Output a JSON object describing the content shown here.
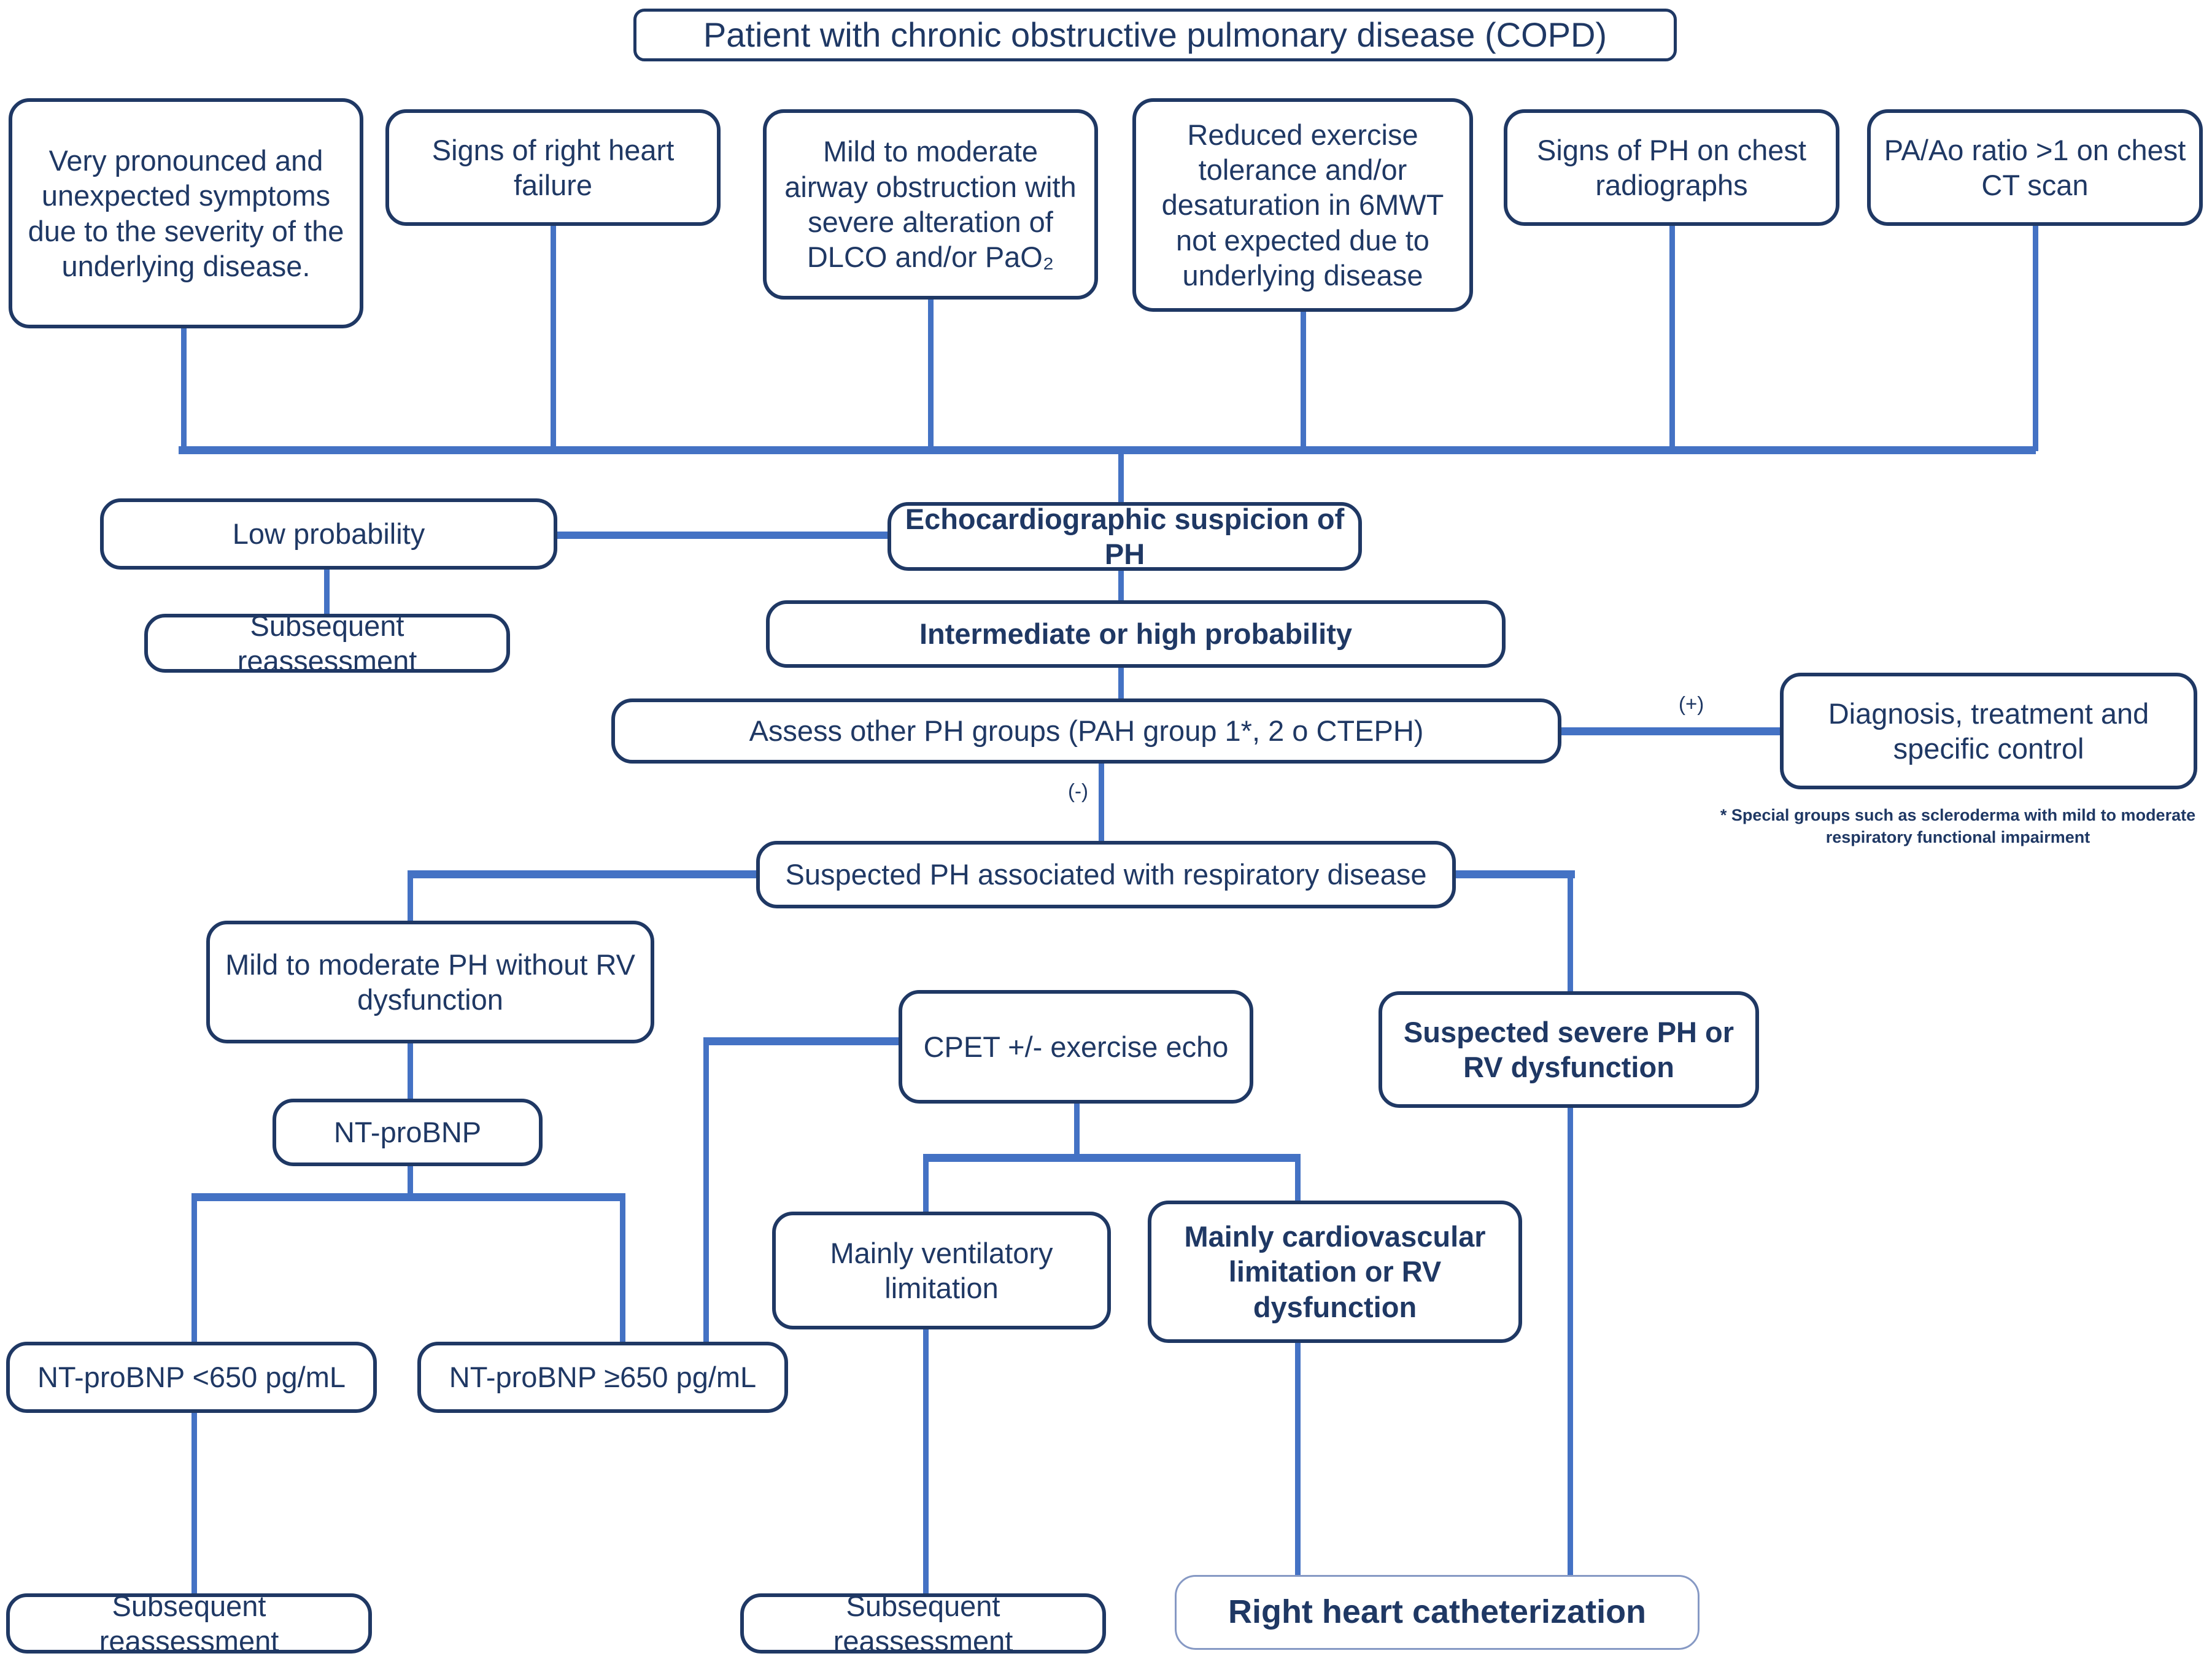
{
  "diagram": {
    "title": "Diagnostic algorithm for pulmonary hypertension in COPD",
    "root": {
      "label": "Patient with chronic obstructive pulmonary disease (COPD)"
    },
    "triggers": [
      {
        "label": "Very pronounced and unexpected symptoms due to the severity of the underlying disease."
      },
      {
        "label": "Signs of right heart failure"
      },
      {
        "label": "Mild to moderate airway obstruction with severe alteration of DLCO and/or PaO₂"
      },
      {
        "label": "Reduced exercise tolerance and/or desaturation in 6MWT not expected due to underlying disease"
      },
      {
        "label": "Signs of PH on chest radiographs"
      },
      {
        "label": "PA/Ao ratio >1 on chest CT scan"
      }
    ],
    "nodes": {
      "echo_suspicion": {
        "label": "Echocardiographic suspicion of PH"
      },
      "low_probability": {
        "label": "Low probability"
      },
      "low_prob_followup": {
        "label": "Subsequent reassessment"
      },
      "intermediate_high": {
        "label": "Intermediate or high probability"
      },
      "assess_other": {
        "label": "Assess other PH groups (PAH group 1*, 2 o CTEPH)"
      },
      "diagnosis_treatment": {
        "label": "Diagnosis, treatment and specific control"
      },
      "suspected_ph_resp": {
        "label": "Suspected PH associated with respiratory disease"
      },
      "mild_moderate_ph": {
        "label": "Mild to moderate PH without RV dysfunction"
      },
      "nt_probnp": {
        "label": "NT-proBNP"
      },
      "cpet": {
        "label": "CPET +/- exercise echo"
      },
      "suspected_severe": {
        "label": "Suspected severe PH or RV dysfunction"
      },
      "nt_probnp_low": {
        "label": "NT-proBNP <650 pg/mL"
      },
      "nt_probnp_high": {
        "label": "NT-proBNP ≥650 pg/mL"
      },
      "mainly_ventilatory": {
        "label": "Mainly ventilatory limitation"
      },
      "mainly_cardiovascular": {
        "label": "Mainly cardiovascular limitation or RV dysfunction"
      },
      "reassess_left": {
        "label": "Subsequent reassessment"
      },
      "reassess_mid": {
        "label": "Subsequent reassessment"
      },
      "rhc": {
        "label": "Right heart catheterization"
      }
    },
    "edge_labels": {
      "positive": "(+)",
      "negative": "(-)"
    },
    "footnote": "* Special groups such as scleroderma with mild to moderate respiratory functional impairment",
    "colors": {
      "box_border": "#1f3864",
      "connector": "#4472c4",
      "text": "#1f3864",
      "background": "#ffffff",
      "light_border": "#8699c4"
    }
  }
}
